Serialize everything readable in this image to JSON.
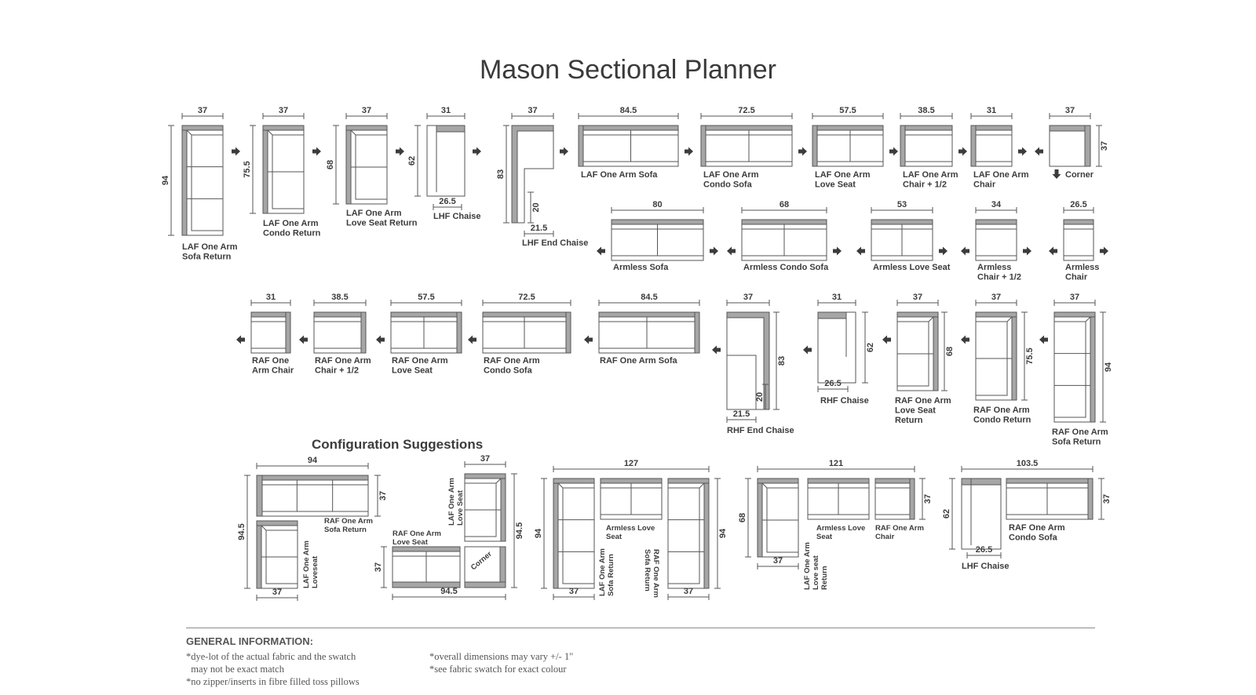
{
  "title": "Mason Sectional Planner",
  "config_heading": "Configuration Suggestions",
  "general_info": {
    "heading": "GENERAL INFORMATION:",
    "notes": [
      "*dye-lot of the actual fabric and the swatch\n  may not be exact match",
      "*no zipper/inserts in fibre filled toss pillows",
      "*overall dimensions may vary +/- 1\"",
      "*see fabric swatch for exact colour"
    ]
  },
  "colors": {
    "ink": "#3c3c3c",
    "back": "#a6a6a6",
    "line": "#555555"
  },
  "pieces": [
    {
      "label": "LAF One Arm\nSofa Return",
      "w": "37",
      "h": "94",
      "arrow": "right"
    },
    {
      "label": "LAF One Arm\nCondo Return",
      "w": "37",
      "h": "75.5",
      "arrow": "right"
    },
    {
      "label": "LAF One Arm\nLove Seat Return",
      "w": "37",
      "h": "68",
      "arrow": "right"
    },
    {
      "label": "LHF Chaise",
      "w": "31",
      "h": "62",
      "d": "26.5",
      "arrow": "right"
    },
    {
      "label": "LHF End Chaise",
      "w": "37",
      "h": "83",
      "d": "21.5",
      "d2": "20",
      "arrow": "right"
    },
    {
      "label": "LAF One Arm Sofa",
      "w": "84.5",
      "arrow": "right"
    },
    {
      "label": "LAF One Arm\nCondo Sofa",
      "w": "72.5",
      "arrow": "right"
    },
    {
      "label": "LAF One Arm\nLove Seat",
      "w": "57.5",
      "arrow": "right"
    },
    {
      "label": "LAF One Arm\nChair + 1/2",
      "w": "38.5",
      "arrow": "right"
    },
    {
      "label": "LAF One Arm\nChair",
      "w": "31",
      "arrow": "right"
    },
    {
      "label": "Corner",
      "w": "37",
      "h": "37",
      "arrow": "left"
    },
    {
      "label": "Armless Sofa",
      "w": "80",
      "arrow": "both"
    },
    {
      "label": "Armless Condo Sofa",
      "w": "68",
      "arrow": "both"
    },
    {
      "label": "Armless Love Seat",
      "w": "53",
      "arrow": "both"
    },
    {
      "label": "Armless\nChair + 1/2",
      "w": "34",
      "arrow": "both"
    },
    {
      "label": "Armless\nChair",
      "w": "26.5",
      "arrow": "both"
    },
    {
      "label": "RAF One\nArm Chair",
      "w": "31",
      "arrow": "left"
    },
    {
      "label": "RAF One Arm\nChair + 1/2",
      "w": "38.5",
      "arrow": "left"
    },
    {
      "label": "RAF One Arm\nLove Seat",
      "w": "57.5",
      "arrow": "left"
    },
    {
      "label": "RAF One Arm\nCondo Sofa",
      "w": "72.5",
      "arrow": "left"
    },
    {
      "label": "RAF One Arm Sofa",
      "w": "84.5",
      "arrow": "left"
    },
    {
      "label": "RHF End Chaise",
      "w": "37",
      "h": "83",
      "d": "21.5",
      "d2": "20",
      "arrow": "left"
    },
    {
      "label": "RHF Chaise",
      "w": "31",
      "h": "62",
      "d": "26.5",
      "arrow": "left"
    },
    {
      "label": "RAF One Arm\nLove Seat\nReturn",
      "w": "37",
      "h": "68",
      "arrow": "left"
    },
    {
      "label": "RAF One Arm\nCondo Return",
      "w": "37",
      "h": "75.5",
      "arrow": "left"
    },
    {
      "label": "RAF One Arm\nSofa Return",
      "w": "37",
      "h": "94",
      "arrow": "left"
    }
  ],
  "configs": [
    {
      "top": "94",
      "right": "37",
      "left": "94.5",
      "bottom": "37",
      "labels": [
        "RAF One Arm\nSofa Return",
        "LAF One Arm\nLoveseat"
      ]
    },
    {
      "top": "37",
      "right": "94.5",
      "left": "37",
      "bottom": "94.5",
      "labels": [
        "LAF One Arm\nLove Seat",
        "RAF One Arm\nLove Seat",
        "Corner"
      ]
    },
    {
      "top": "127",
      "left": "94",
      "right": "94",
      "bottom_left": "37",
      "bottom_right": "37",
      "labels": [
        "Armless Love\nSeat",
        "LAF One Arm\nSofa Return",
        "RAF One Arm\nSofa Return"
      ]
    },
    {
      "top": "121",
      "left": "68",
      "right": "37",
      "bottom": "37",
      "labels": [
        "Armless Love\nSeat",
        "RAF One Arm\nChair",
        "LAF One Arm\nLove seat\nReturn"
      ]
    },
    {
      "top": "103.5",
      "left": "62",
      "right": "37",
      "bottom": "26.5",
      "labels": [
        "RAF One Arm\nCondo Sofa",
        "LHF Chaise"
      ]
    }
  ]
}
